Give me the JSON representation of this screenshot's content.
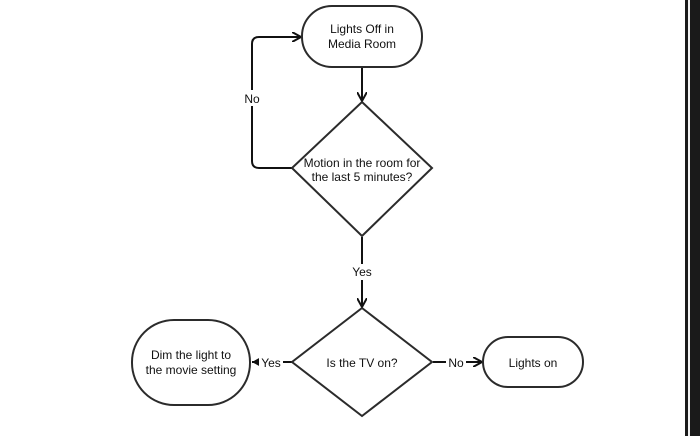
{
  "nodes": {
    "lights_off": {
      "lines": [
        "Lights Off in",
        "Media Room"
      ]
    },
    "motion": {
      "lines": [
        "Motion in the room for",
        "the last 5 minutes?"
      ]
    },
    "tv_on": {
      "lines": [
        "Is the TV on?"
      ]
    },
    "dim": {
      "lines": [
        "Dim the light to",
        "the movie setting"
      ]
    },
    "lights_on": {
      "lines": [
        "Lights on"
      ]
    }
  },
  "edges": {
    "motion_no": {
      "label": "No"
    },
    "motion_yes": {
      "label": "Yes"
    },
    "tv_yes": {
      "label": "Yes"
    },
    "tv_no": {
      "label": "No"
    }
  },
  "colors": {
    "stroke": "#2b2b2b",
    "line": "#111111",
    "background": "#ffffff"
  }
}
